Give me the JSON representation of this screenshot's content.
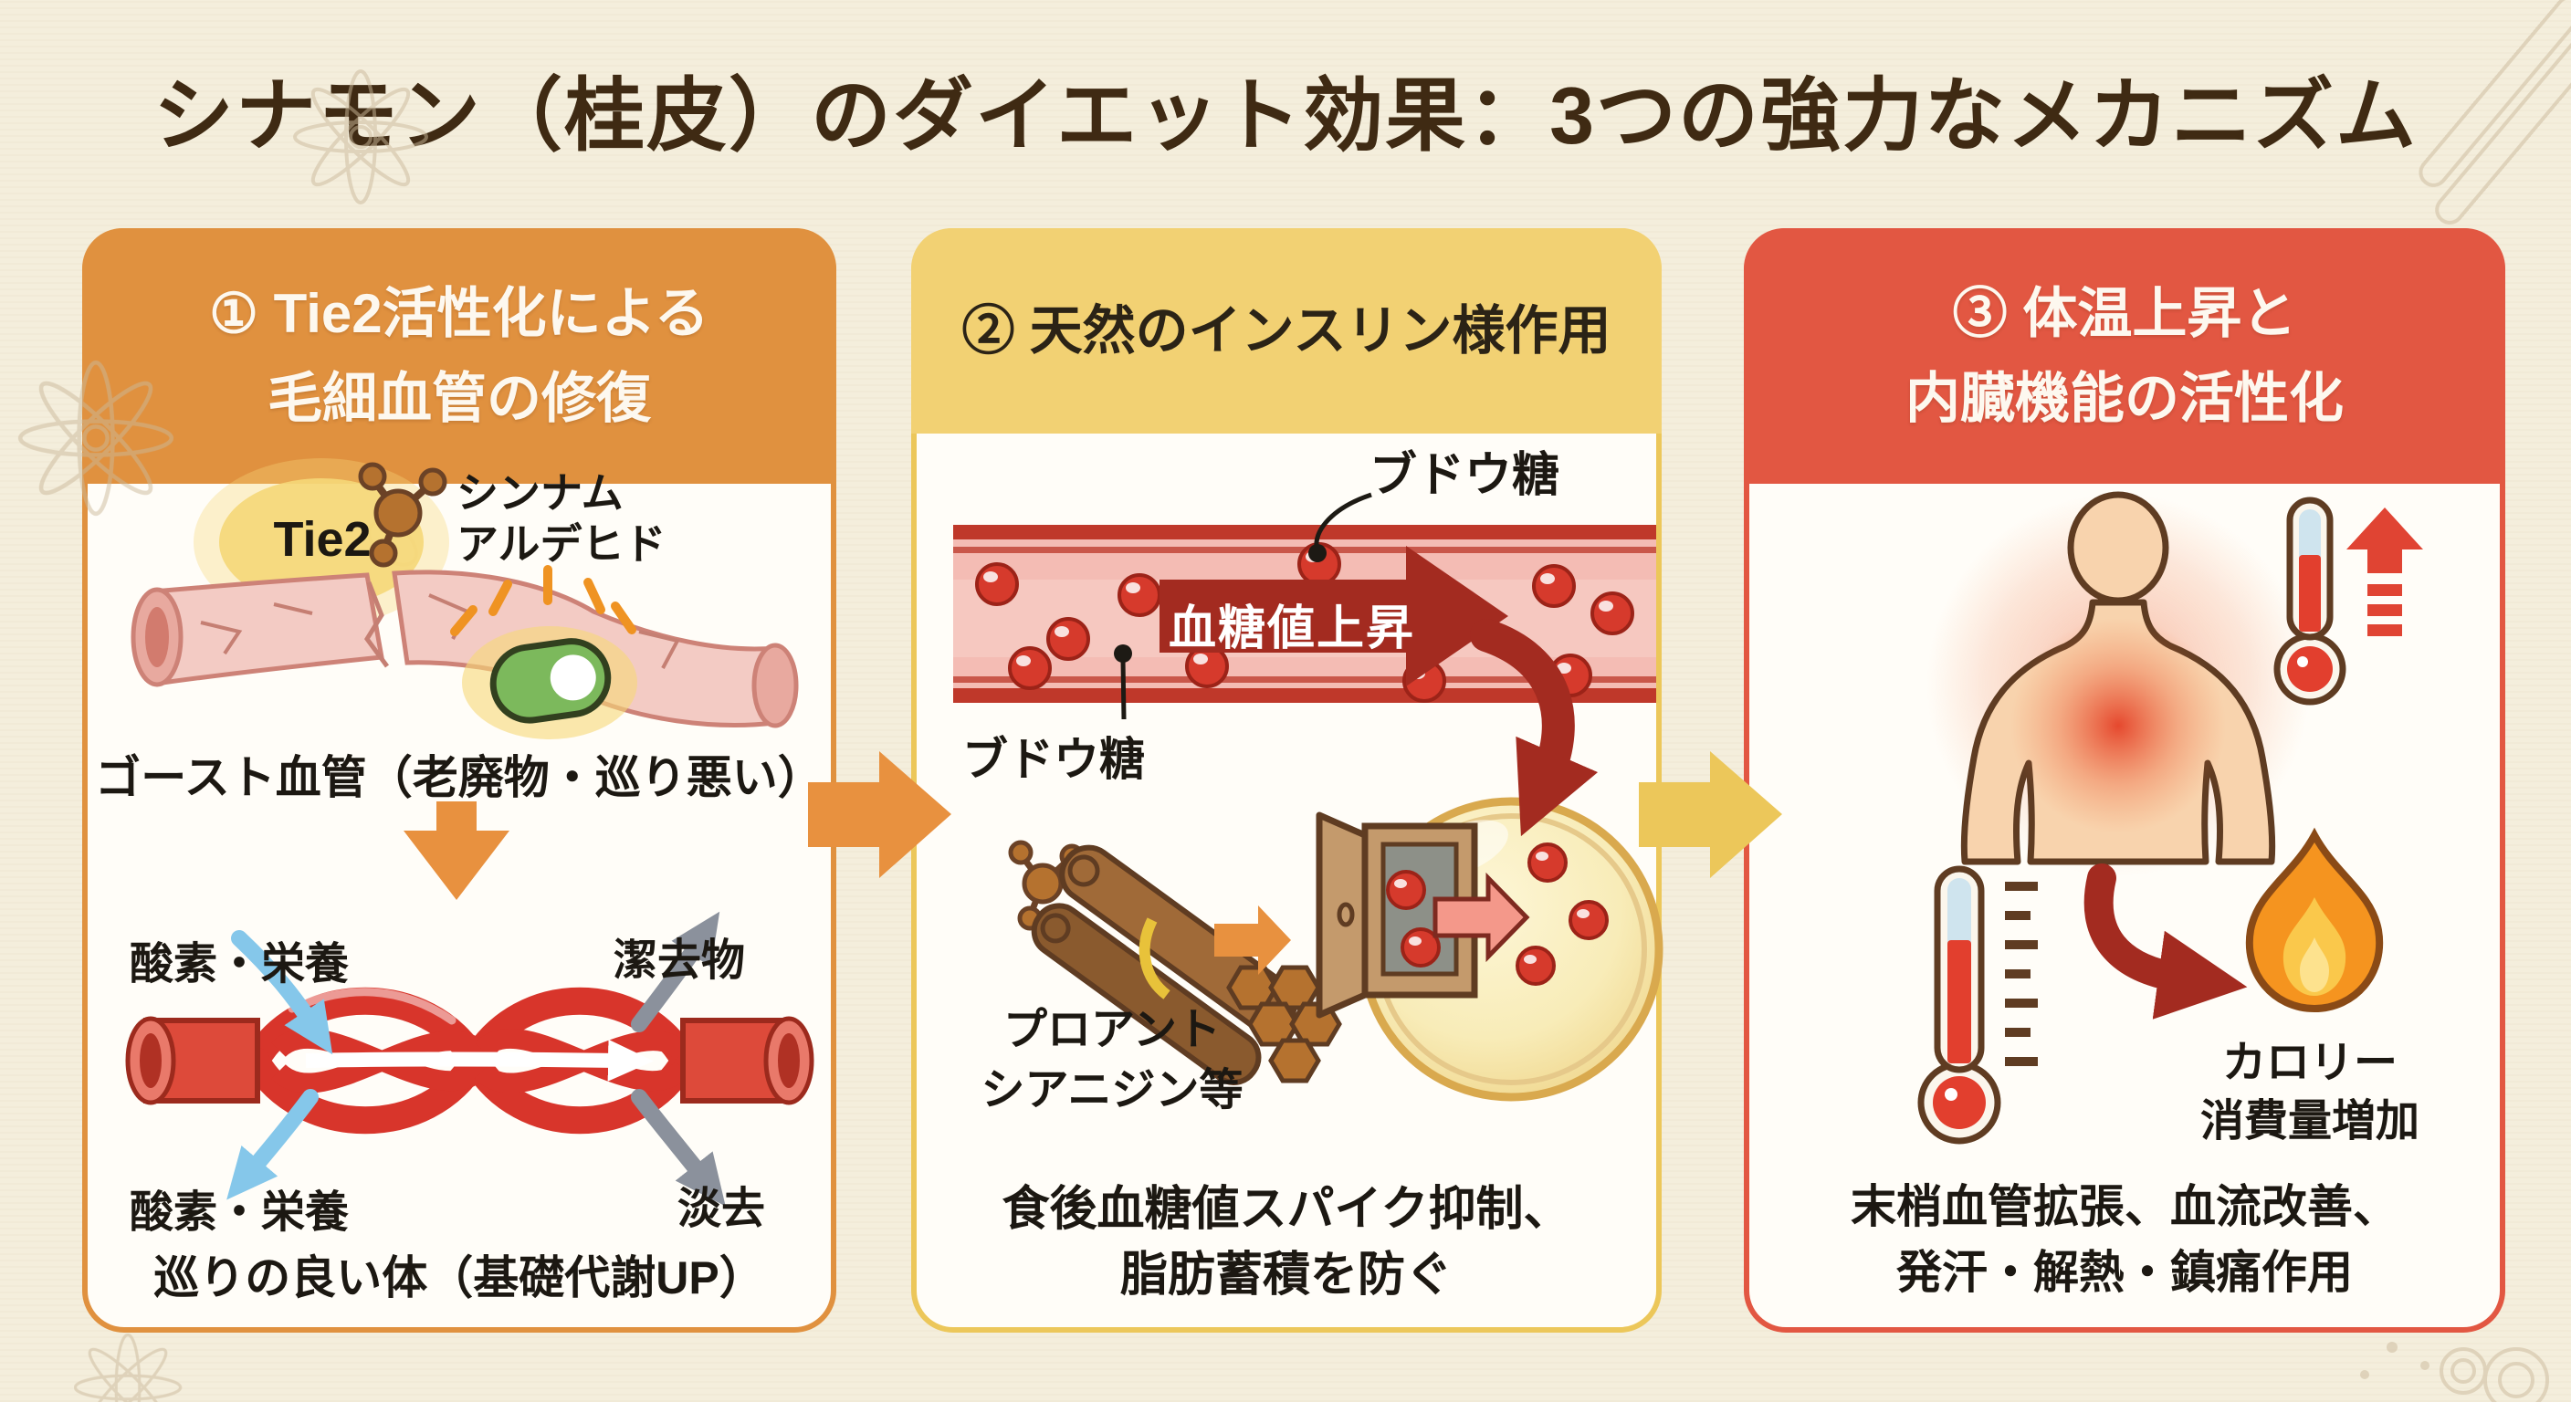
{
  "title": "シナモン（桂皮）のダイエット効果：3つの強力なメカニズム",
  "colors": {
    "background": "#f4eedc",
    "title_text": "#3f2a13",
    "panel1_accent": "#e0913f",
    "panel2_accent": "#ecc75a",
    "panel2_header_bg": "#f2d173",
    "panel2_header_text": "#2b2316",
    "panel3_accent": "#e25742",
    "header_text_light": "#fdf8ef",
    "body_text": "#1c1812",
    "flow_arrow_1": "#e8913f",
    "flow_arrow_2": "#ecc75a",
    "blood_red": "#d63a2c",
    "dark_red_arrow": "#a32b20",
    "capsule_green": "#7cb95c",
    "glow_yellow": "#f6d878",
    "cell_yellow": "#f8ecb8",
    "cinnamon_brown": "#9a6b3f"
  },
  "panel1": {
    "header_lines": [
      "① Tie2活性化による",
      "毛細血管の修復"
    ],
    "tie2_label": "Tie2",
    "cinnamaldehyde_lines": [
      "シンナム",
      "アルデヒド"
    ],
    "ghost_caption": "ゴースト血管（老廃物・巡り悪い）",
    "oxygen_in_top": "酸素・栄養",
    "waste_out_top": "潔去物",
    "oxygen_in_bottom": "酸素・栄養",
    "waste_out_bottom": "淡去",
    "result_caption": "巡りの良い体（基礎代謝UP）"
  },
  "panel2": {
    "header": "② 天然のインスリン様作用",
    "glucose_top_label": "ブドウ糖",
    "vessel_arrow_label": "血糖値上昇",
    "glucose_left_label": "ブドウ糖",
    "compound_lines": [
      "プロアント",
      "シアニジン等"
    ],
    "caption_lines": [
      "食後血糖値スパイク抑制、",
      "脂肪蓄積を防ぐ"
    ]
  },
  "panel3": {
    "header_lines": [
      "③ 体温上昇と",
      "内臓機能の活性化"
    ],
    "calorie_lines": [
      "カロリー",
      "消費量増加"
    ],
    "caption_lines": [
      "末梢血管拡張、血流改善、",
      "発汗・解熱・鎮痛作用"
    ]
  },
  "icons": {
    "flow-arrow-1-icon": "right-arrow",
    "flow-arrow-2-icon": "right-arrow",
    "down-arrow-icon": "down-arrow",
    "molecule-icon": "cinnamaldehyde-molecule",
    "capsule-icon": "repair-capsule",
    "cracked-vessel-icon": "ghost-blood-vessel",
    "capillary-mesh-icon": "healthy-capillary-network",
    "blood-vessel-icon": "blood-vessel-with-glucose",
    "cinnamon-sticks-icon": "cinnamon-sticks-with-polyphenol",
    "cell-door-icon": "cell-with-open-glucose-door",
    "body-silhouette-icon": "warm-human-torso",
    "thermometer-up-icon": "thermometer-with-rising-arrow",
    "thermometer-icon": "thermometer-with-scale",
    "flame-icon": "calorie-burning-flame",
    "star-anise-icon": "star-anise-decoration"
  }
}
